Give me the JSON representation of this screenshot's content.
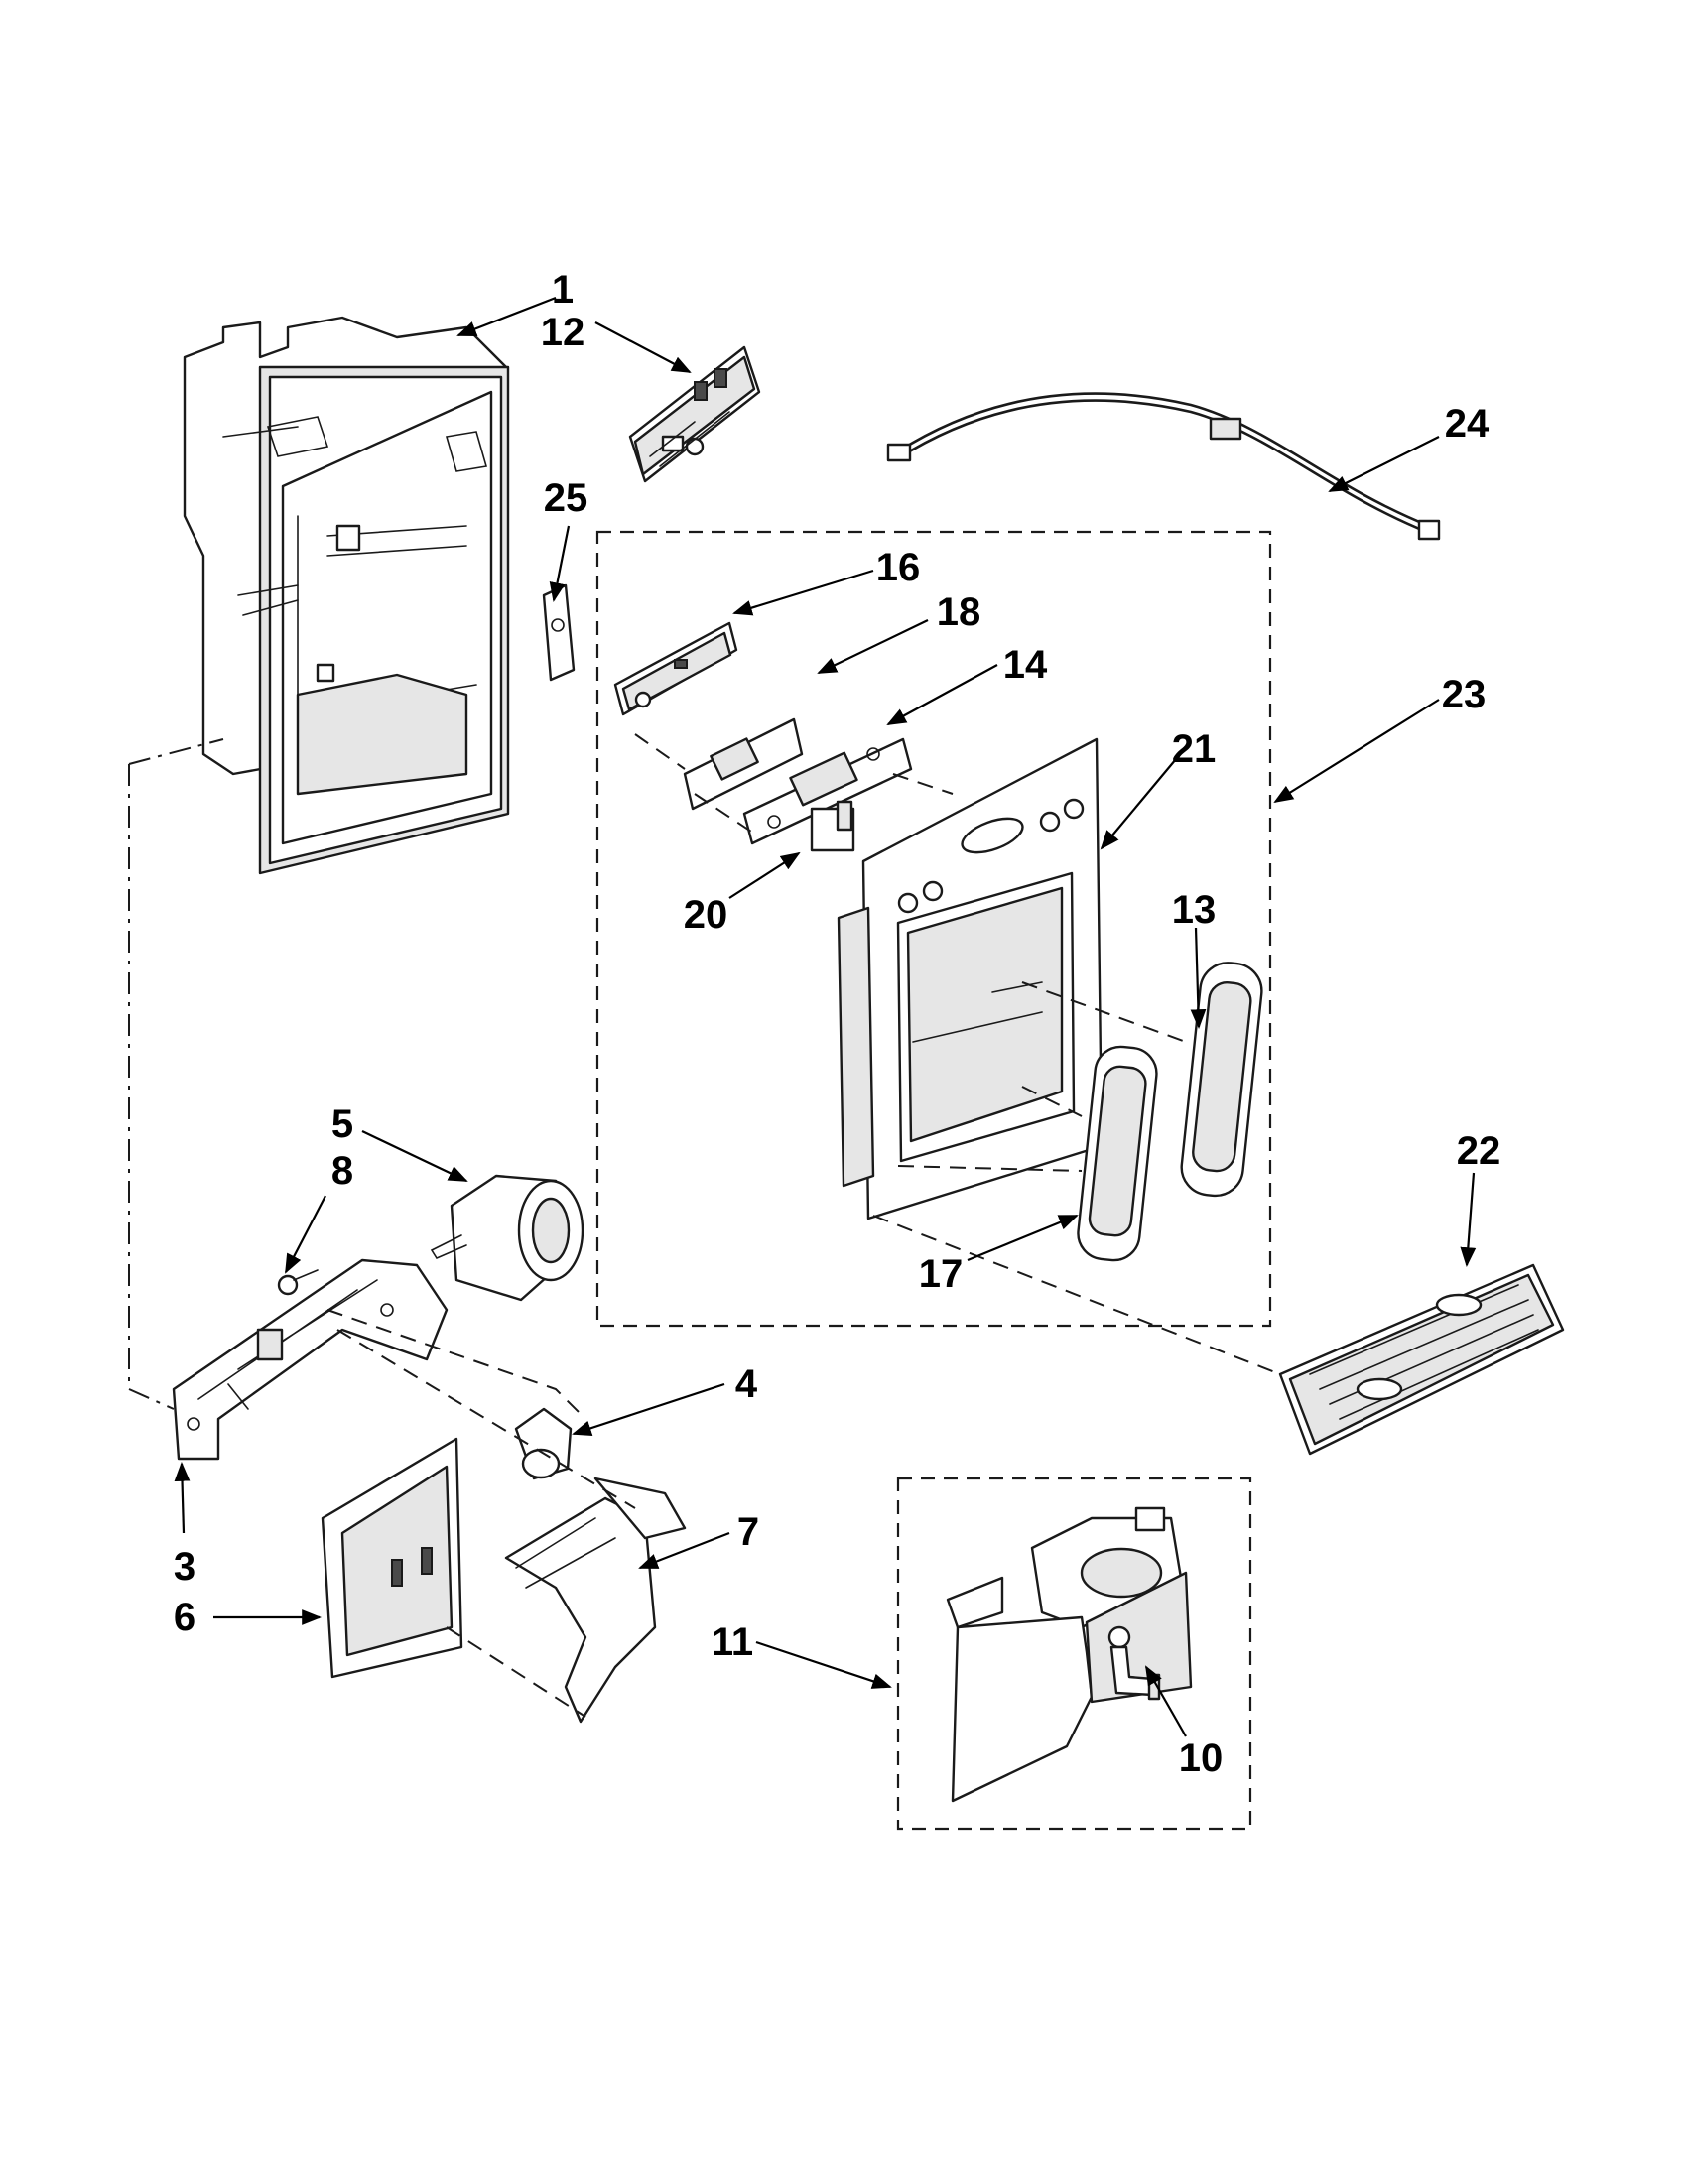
{
  "callouts": [
    {
      "id": "c1",
      "label": "1"
    },
    {
      "id": "c12",
      "label": "12"
    },
    {
      "id": "c24",
      "label": "24"
    },
    {
      "id": "c25",
      "label": "25"
    },
    {
      "id": "c16",
      "label": "16"
    },
    {
      "id": "c18",
      "label": "18"
    },
    {
      "id": "c14",
      "label": "14"
    },
    {
      "id": "c23",
      "label": "23"
    },
    {
      "id": "c21",
      "label": "21"
    },
    {
      "id": "c20",
      "label": "20"
    },
    {
      "id": "c13",
      "label": "13"
    },
    {
      "id": "c5",
      "label": "5"
    },
    {
      "id": "c8",
      "label": "8"
    },
    {
      "id": "c22",
      "label": "22"
    },
    {
      "id": "c17",
      "label": "17"
    },
    {
      "id": "c4",
      "label": "4"
    },
    {
      "id": "c7",
      "label": "7"
    },
    {
      "id": "c3",
      "label": "3"
    },
    {
      "id": "c6",
      "label": "6"
    },
    {
      "id": "c11",
      "label": "11"
    },
    {
      "id": "c10",
      "label": "10"
    }
  ],
  "colors": {
    "line": "#1a1a1a",
    "background": "#ffffff",
    "shade": "#e6e6e6"
  }
}
